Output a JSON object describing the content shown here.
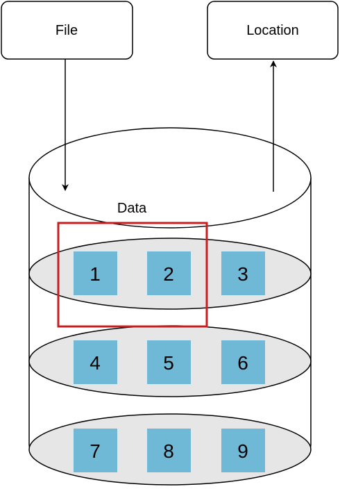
{
  "boxes": {
    "file": {
      "label": "File"
    },
    "location": {
      "label": "Location"
    }
  },
  "cylinder": {
    "label": "Data"
  },
  "layers": [
    {
      "cells": [
        "1",
        "2",
        "3"
      ]
    },
    {
      "cells": [
        "4",
        "5",
        "6"
      ]
    },
    {
      "cells": [
        "7",
        "8",
        "9"
      ]
    }
  ],
  "colors": {
    "cell_fill": "#6fb8d6",
    "layer_fill": "#e6e6e6",
    "highlight_stroke": "#c71f1f",
    "stroke": "#000000"
  },
  "highlight": {
    "cells": [
      "1",
      "2"
    ]
  }
}
